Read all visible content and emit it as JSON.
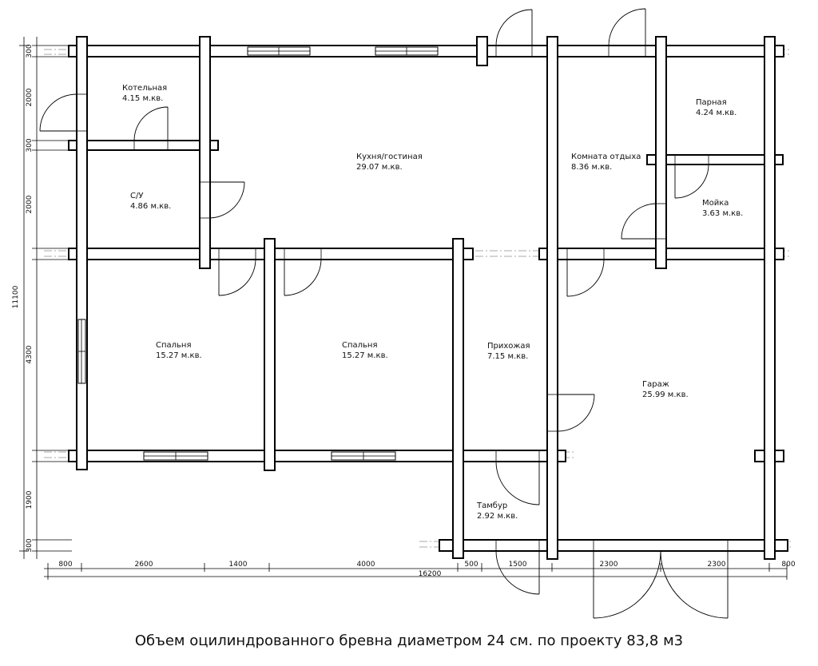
{
  "rooms": [
    {
      "name": "Котельная",
      "area": "4.15 м.кв."
    },
    {
      "name": "С/У",
      "area": "4.86 м.кв."
    },
    {
      "name": "Кухня/гостиная",
      "area": "29.07 м.кв."
    },
    {
      "name": "Комната отдыха",
      "area": "8.36 м.кв."
    },
    {
      "name": "Парная",
      "area": "4.24 м.кв."
    },
    {
      "name": "Мойка",
      "area": "3.63 м.кв."
    },
    {
      "name": "Спальня",
      "area": "15.27 м.кв."
    },
    {
      "name": "Спальня",
      "area": "15.27 м.кв."
    },
    {
      "name": "Прихожая",
      "area": "7.15 м.кв."
    },
    {
      "name": "Гараж",
      "area": "25.99 м.кв."
    },
    {
      "name": "Тамбур",
      "area": "2.92 м.кв."
    }
  ],
  "dimensions": {
    "horizontal": [
      "800",
      "2600",
      "1400",
      "4000",
      "500",
      "1500",
      "2300",
      "2300",
      "800"
    ],
    "total_horizontal": "16200",
    "vertical": [
      "300",
      "2000",
      "300",
      "2000",
      "4300",
      "1900",
      "300"
    ],
    "total_vertical": "11100"
  },
  "caption": "Объем оцилиндрованного бревна диаметром 24 см. по проекту 83,8 м3"
}
